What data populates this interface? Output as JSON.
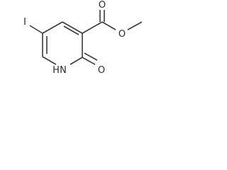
{
  "molecule": {
    "atoms": {
      "iodine": "I",
      "nitrogen": "N",
      "nitrogen_hydrogen": "H",
      "carbonyl_oxygen": "O",
      "ester_carbonyl_oxygen": "O",
      "ester_oxygen": "O"
    }
  },
  "colors": {
    "bond": "#3b3b3b",
    "label": "#2a2a2a",
    "background": "#ffffff"
  }
}
